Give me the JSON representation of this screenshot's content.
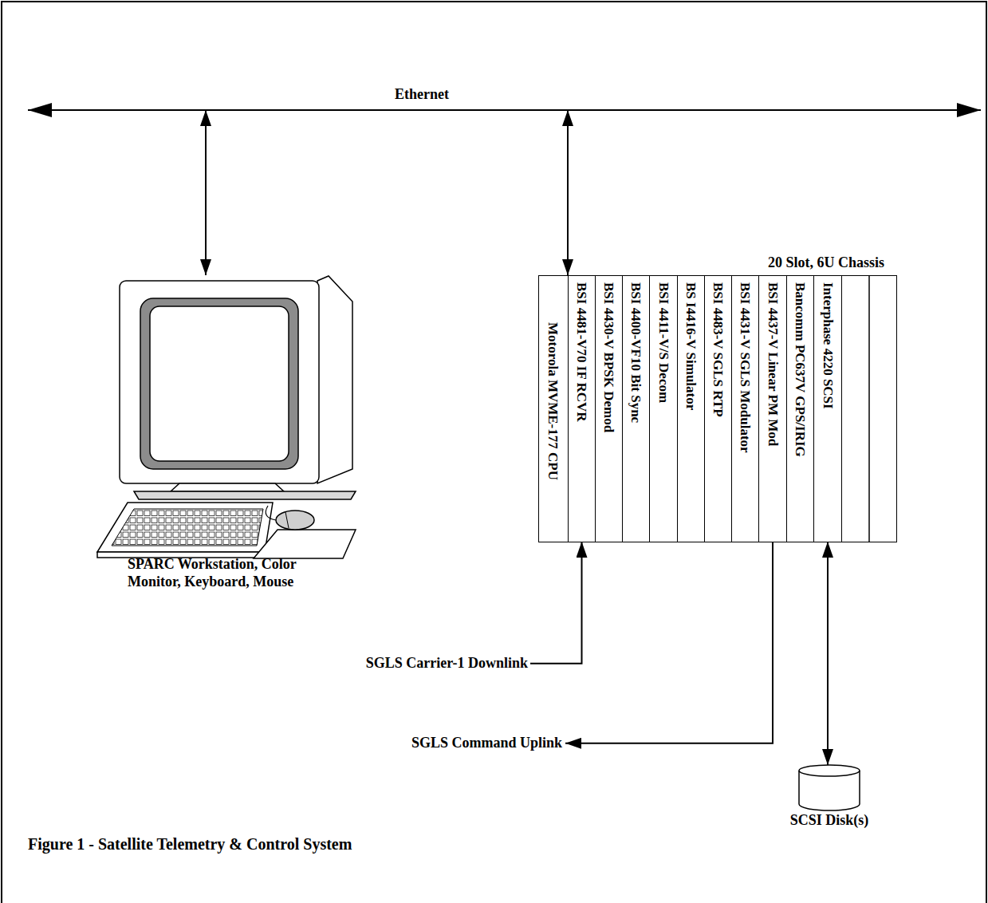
{
  "diagram": {
    "caption": "Figure 1 - Satellite Telemetry & Control System",
    "nodes": [
      {
        "text": [
          "Ethernet"
        ]
      },
      {
        "text": [
          "SPARC Workstation, Color Monitor, Keyboard, Mouse"
        ]
      },
      {
        "text": [
          "20 Slot, 6U Chassis"
        ]
      },
      {
        "text": [
          "Motorola MVME-177 CPU"
        ],
        "in": 2
      },
      {
        "text": [
          "BSI 4481-V70 IF RCVR"
        ],
        "in": 2
      },
      {
        "text": [
          "BSI 4430-V BPSK Demod"
        ],
        "in": 2
      },
      {
        "text": [
          "BSI 4400-VF10 Bit Sync"
        ],
        "in": 2
      },
      {
        "text": [
          "BSI 4411-V/S Decom"
        ],
        "in": 2
      },
      {
        "text": [
          "BS I4416-V Simulator"
        ],
        "in": 2
      },
      {
        "text": [
          "BSI 4483-V SGLS RTP"
        ],
        "in": 2
      },
      {
        "text": [
          "BSI 4431-V SGLS Modulator"
        ],
        "in": 2
      },
      {
        "text": [
          "BSI 4437-V Linear PM Mod"
        ],
        "in": 2
      },
      {
        "text": [
          "Bancomm PC637V GPS/IRIG"
        ],
        "in": 2
      },
      {
        "text": [
          "Interphase 4220 SCSI"
        ],
        "in": 2
      },
      {
        "text": [
          "SGLS Carrier-1 Downlink"
        ]
      },
      {
        "text": [
          "SGLS Command Uplink"
        ]
      },
      {
        "text": [
          "SCSI Disk(s)"
        ]
      }
    ],
    "edges": [
      {
        "from": 0,
        "to": 1,
        "arrow": "both"
      },
      {
        "from": 0,
        "to": 2,
        "arrow": "both"
      },
      {
        "from": 14,
        "to": 4,
        "arrow": "to"
      },
      {
        "from": 11,
        "to": 15,
        "arrow": "to"
      },
      {
        "from": 13,
        "to": 16,
        "arrow": "both"
      }
    ]
  }
}
